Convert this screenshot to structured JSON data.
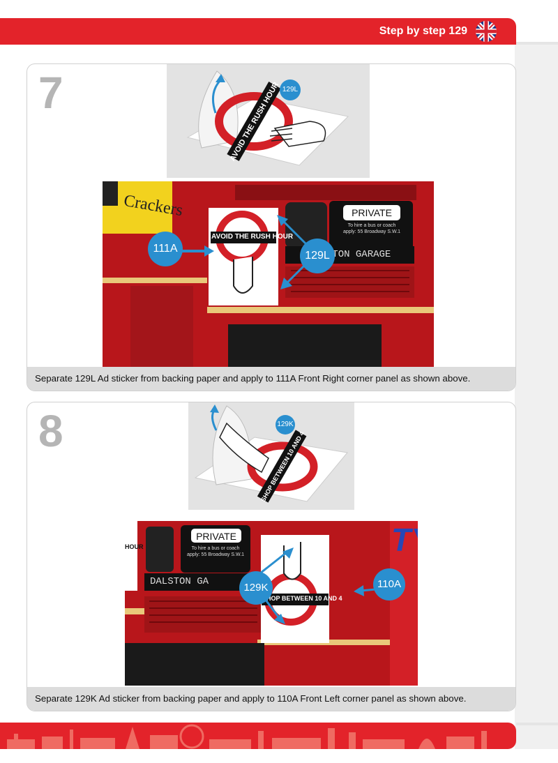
{
  "header": {
    "title": "Step by step 129",
    "flag_icon": "uk-flag-icon"
  },
  "steps": [
    {
      "number": "7",
      "sticker_text": "AVOID THE RUSH HOUR",
      "sticker_tag": "129L",
      "part_label": "111A",
      "dest_label": "129L",
      "crackers": "Crackers",
      "private": "PRIVATE",
      "hire_line1": "To hire a bus or coach",
      "hire_line2": "apply: 55 Broadway S.W.1",
      "destination": "DALSTON GARAGE",
      "caption": "Separate 129L Ad sticker from backing paper and apply to 111A Front Right corner panel as shown above."
    },
    {
      "number": "8",
      "sticker_text": "SHOP BETWEEN 10 AND 4",
      "sticker_tag": "129K",
      "part_label": "110A",
      "dest_label": "129K",
      "private": "PRIVATE",
      "hire_line1": "To hire a bus or coach",
      "hire_line2": "apply: 55 Broadway S.W.1",
      "destination": "DALSTON GA",
      "side_text": "HOUR",
      "logo": "TY",
      "caption": "Separate 129K Ad sticker from backing paper and apply to 110A Front Left corner panel as shown above."
    }
  ],
  "colors": {
    "brand_red": "#e3232a",
    "callout_blue": "#2a8fcf",
    "bus_red": "#c8191e"
  }
}
